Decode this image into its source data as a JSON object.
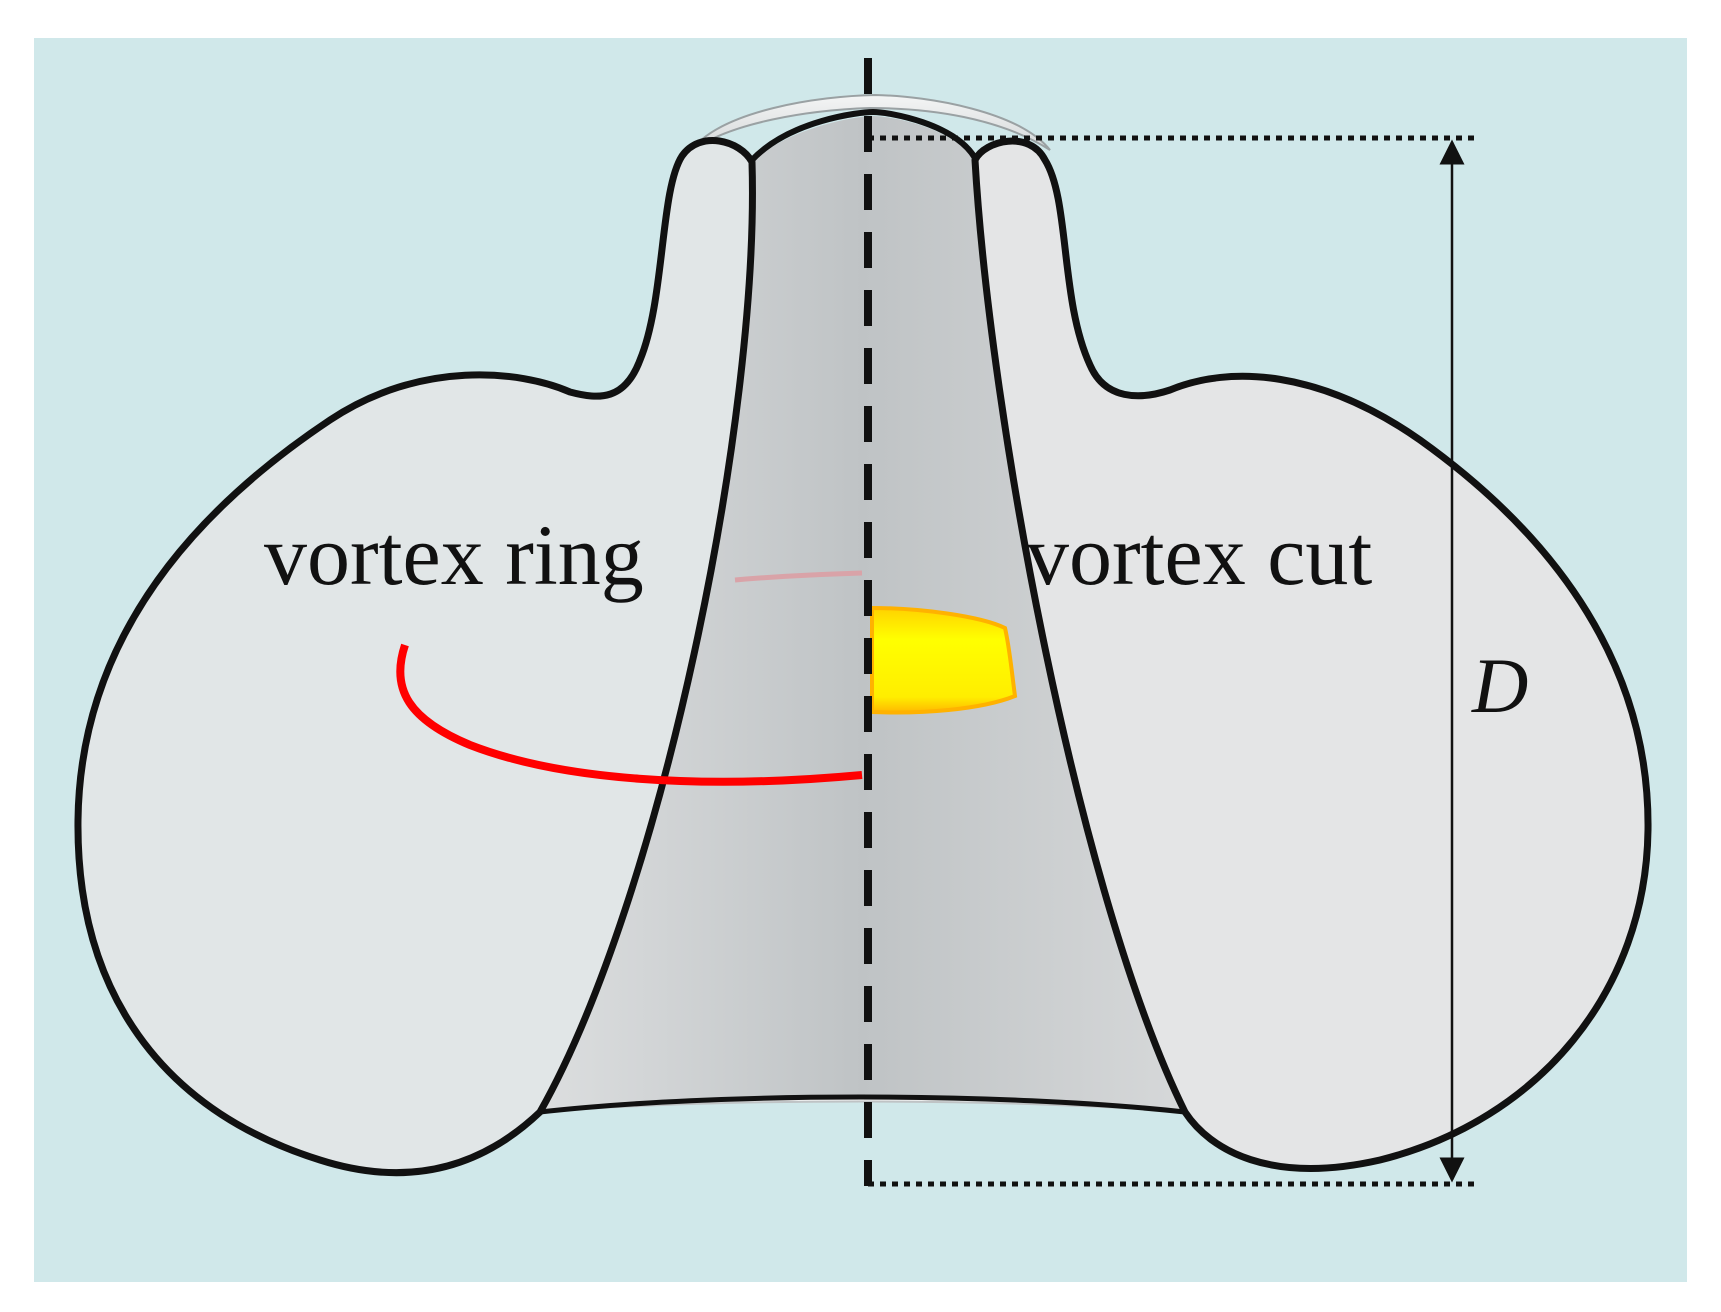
{
  "diagram": {
    "labels": {
      "vortex_ring": "vortex ring",
      "vortex_cut": "vortex cut",
      "dimension": "D"
    },
    "colors": {
      "background_panel": "#d0e8ea",
      "surface": "#e2e5e6",
      "hole_surface": "#c8cacb",
      "outline": "#111111",
      "vortex_ring_line": "#ff0000",
      "vortex_ring_hidden": "#d9a3a8",
      "vortex_cut_fill": "#ffee00",
      "vortex_cut_edge": "#ffb200"
    }
  }
}
